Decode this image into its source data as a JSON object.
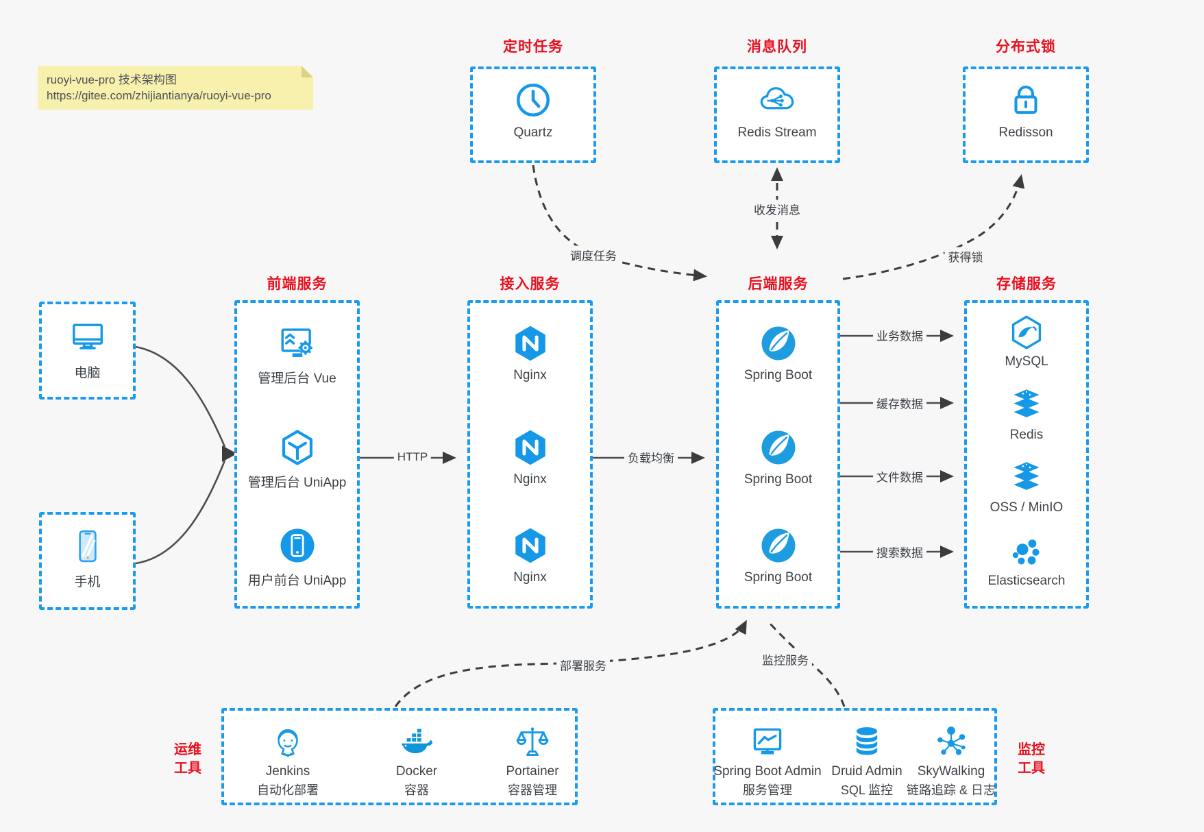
{
  "note": {
    "line1": "ruoyi-vue-pro 技术架构图",
    "line2": "https://gitee.com/zhijiantianya/ruoyi-vue-pro"
  },
  "colors": {
    "accent_blue": "#1598e8",
    "title_red": "#e8101f",
    "wire_gray": "#3c3c3c",
    "background": "#f7f7f8"
  },
  "top_groups": [
    {
      "title": "定时任务",
      "item": {
        "label": "Quartz",
        "icon": "clock-icon"
      }
    },
    {
      "title": "消息队列",
      "item": {
        "label": "Redis Stream",
        "icon": "cloud-network-icon"
      }
    },
    {
      "title": "分布式锁",
      "item": {
        "label": "Redisson",
        "icon": "lock-icon"
      }
    }
  ],
  "clients": [
    {
      "label": "电脑",
      "icon": "desktop-icon"
    },
    {
      "label": "手机",
      "icon": "smartphone-icon"
    }
  ],
  "columns": [
    {
      "title": "前端服务",
      "items": [
        {
          "label": "管理后台 Vue",
          "icon": "admin-vue-icon"
        },
        {
          "label": "管理后台 UniApp",
          "icon": "uniapp-cube-icon"
        },
        {
          "label": "用户前台 UniApp",
          "icon": "user-app-icon"
        }
      ]
    },
    {
      "title": "接入服务",
      "items": [
        {
          "label": "Nginx",
          "icon": "nginx-icon"
        },
        {
          "label": "Nginx",
          "icon": "nginx-icon"
        },
        {
          "label": "Nginx",
          "icon": "nginx-icon"
        }
      ]
    },
    {
      "title": "后端服务",
      "items": [
        {
          "label": "Spring Boot",
          "icon": "spring-boot-icon"
        },
        {
          "label": "Spring Boot",
          "icon": "spring-boot-icon"
        },
        {
          "label": "Spring Boot",
          "icon": "spring-boot-icon"
        }
      ]
    },
    {
      "title": "存储服务",
      "items": [
        {
          "label": "MySQL",
          "icon": "mysql-icon"
        },
        {
          "label": "Redis",
          "icon": "redis-stack-icon"
        },
        {
          "label": "OSS / MinIO",
          "icon": "object-storage-icon"
        },
        {
          "label": "Elasticsearch",
          "icon": "elasticsearch-icon"
        }
      ]
    }
  ],
  "edges": {
    "http": "HTTP",
    "load_balance": "负载均衡",
    "dispatch_job": "调度任务",
    "send_receive_msg": "收发消息",
    "acquire_lock": "获得锁",
    "business_data": "业务数据",
    "cache_data": "缓存数据",
    "file_data": "文件数据",
    "search_data": "搜索数据",
    "deploy_service": "部署服务",
    "monitor_service": "监控服务"
  },
  "bottom_groups": [
    {
      "side_label": [
        "运维",
        "工具"
      ],
      "items": [
        {
          "name": "Jenkins",
          "desc": "自动化部署",
          "icon": "jenkins-icon"
        },
        {
          "name": "Docker",
          "desc": "容器",
          "icon": "docker-icon"
        },
        {
          "name": "Portainer",
          "desc": "容器管理",
          "icon": "portainer-icon"
        }
      ]
    },
    {
      "side_label": [
        "监控",
        "工具"
      ],
      "items": [
        {
          "name": "Spring Boot Admin",
          "desc": "服务管理",
          "icon": "spring-boot-admin-icon"
        },
        {
          "name": "Druid Admin",
          "desc": "SQL 监控",
          "icon": "druid-db-icon"
        },
        {
          "name": "SkyWalking",
          "desc": "链路追踪 & 日志",
          "icon": "skywalking-icon"
        }
      ]
    }
  ]
}
